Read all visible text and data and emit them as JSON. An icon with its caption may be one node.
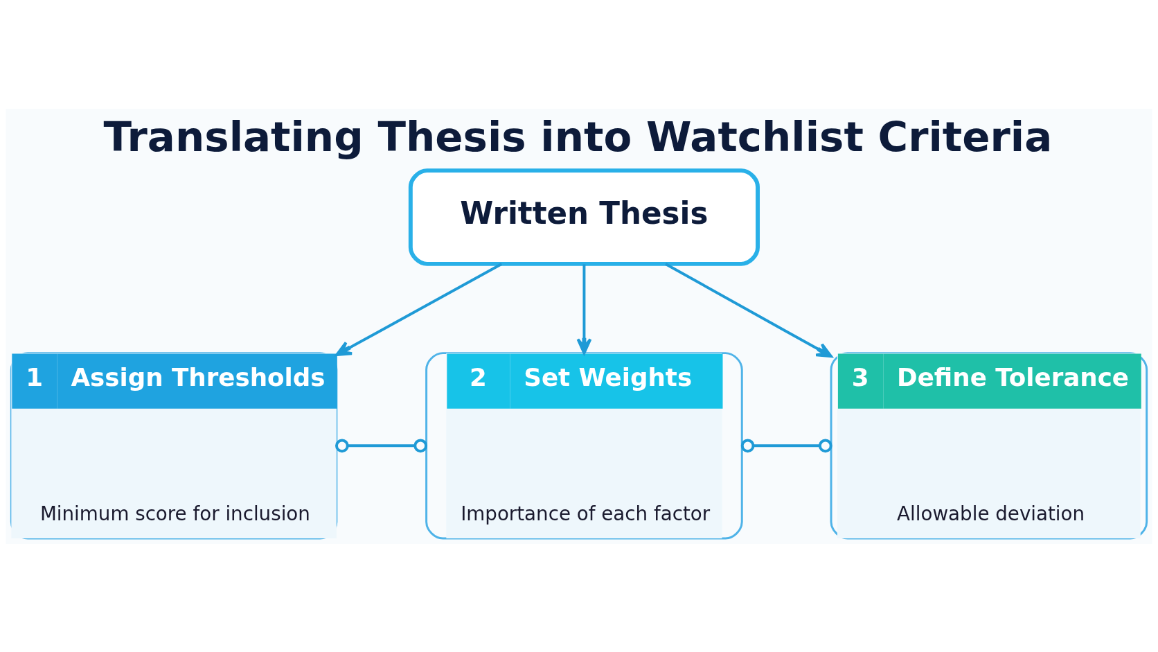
{
  "diagram": {
    "title": "Translating Thesis into Watchlist Criteria",
    "nodes": [
      {
        "text": [
          "Written Thesis"
        ]
      },
      {
        "text": [
          "1",
          "Assign Thresholds",
          "Minimum score for inclusion"
        ]
      },
      {
        "text": [
          "2",
          "Set Weights",
          "Importance of each factor"
        ]
      },
      {
        "text": [
          "3",
          "Define Tolerance",
          "Allowable deviation"
        ]
      }
    ],
    "edges": [
      {
        "from": 0,
        "to": 1,
        "arrow": "to"
      },
      {
        "from": 0,
        "to": 2,
        "arrow": "to"
      },
      {
        "from": 0,
        "to": 3,
        "arrow": "to"
      },
      {
        "from": 1,
        "to": 2,
        "arrow": "other"
      },
      {
        "from": 2,
        "to": 3,
        "arrow": "other"
      }
    ]
  }
}
